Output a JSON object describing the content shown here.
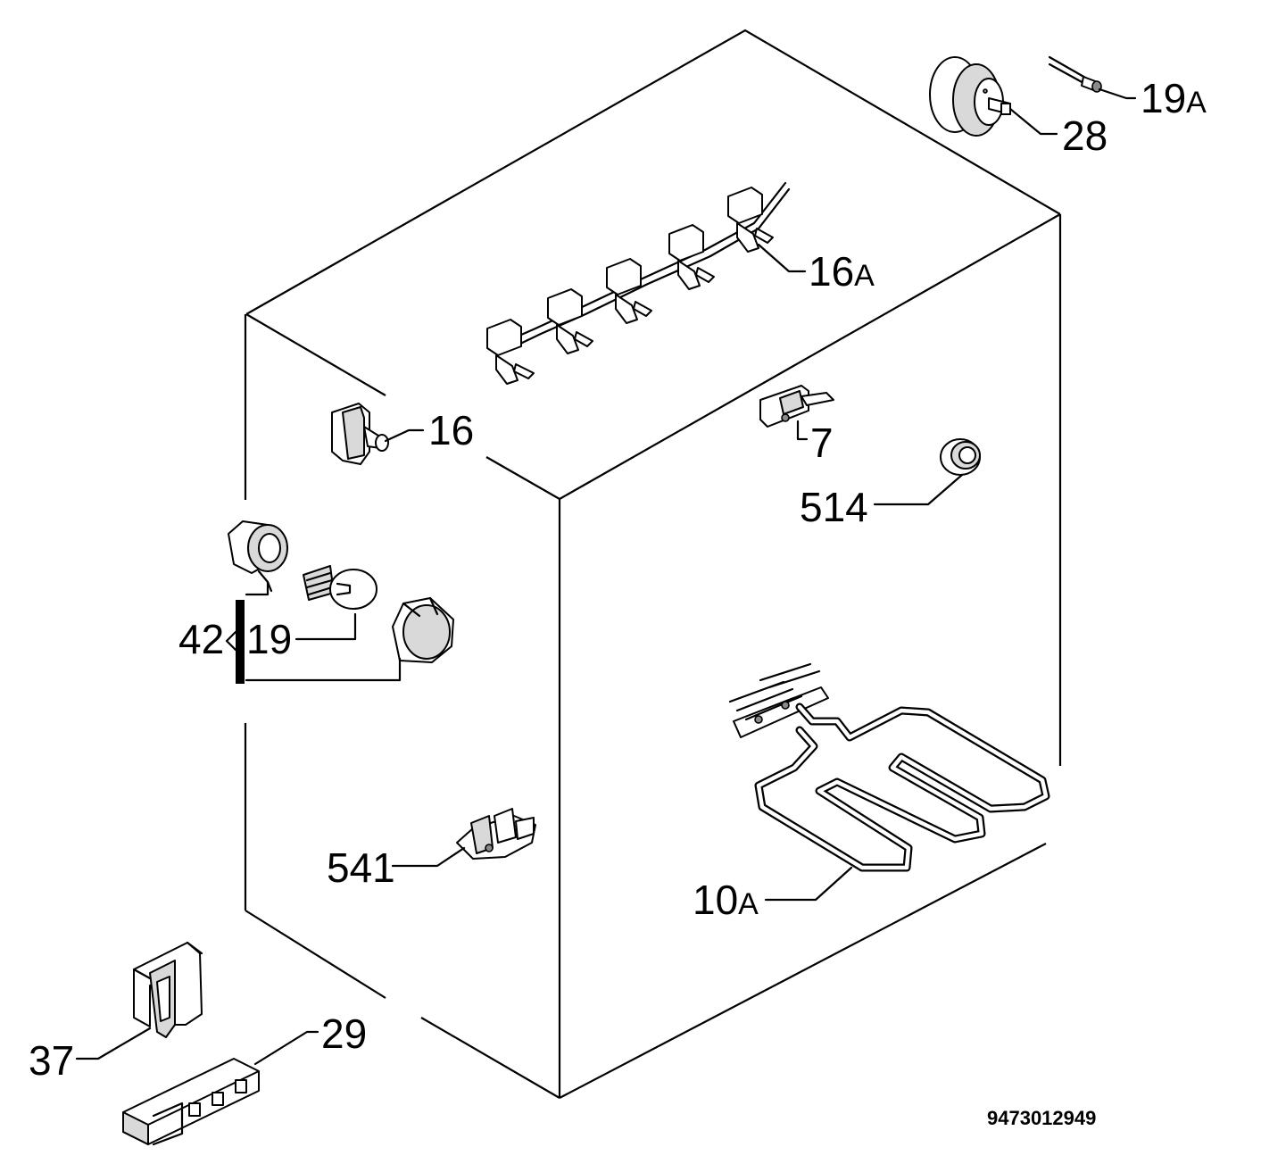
{
  "labels": {
    "l_19a": {
      "num": "19",
      "suffix": "A"
    },
    "l_28": {
      "num": "28",
      "suffix": ""
    },
    "l_16a": {
      "num": "16",
      "suffix": "A"
    },
    "l_16": {
      "num": "16",
      "suffix": ""
    },
    "l_7": {
      "num": "7",
      "suffix": ""
    },
    "l_514": {
      "num": "514",
      "suffix": ""
    },
    "l_42": {
      "num": "42",
      "suffix": ""
    },
    "l_19": {
      "num": "19",
      "suffix": ""
    },
    "l_541": {
      "num": "541",
      "suffix": ""
    },
    "l_10a": {
      "num": "10",
      "suffix": "A"
    },
    "l_37": {
      "num": "37",
      "suffix": ""
    },
    "l_29": {
      "num": "29",
      "suffix": ""
    }
  },
  "document_code": "9473012949"
}
